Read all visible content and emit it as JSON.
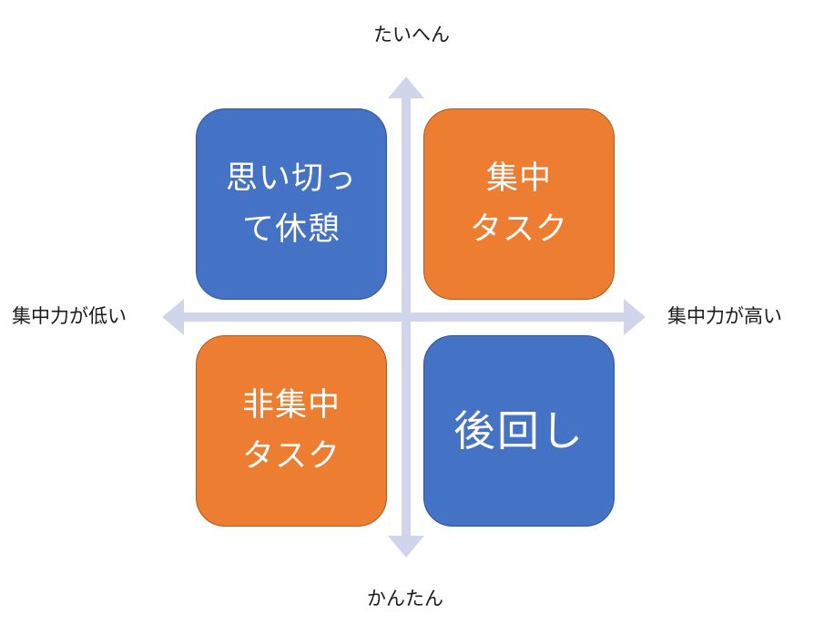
{
  "axes": {
    "top": "たいへん",
    "bottom": "かんたん",
    "left": "集中力が低い",
    "right": "集中力が高い",
    "arrow_color": "#d0d5eb"
  },
  "quadrants": {
    "top_left": {
      "lines": [
        "思い切っ",
        "て休憩"
      ],
      "color": "#4472c4"
    },
    "top_right": {
      "lines": [
        "集中",
        "タスク"
      ],
      "color": "#ed7d31"
    },
    "bottom_left": {
      "lines": [
        "非集中",
        "タスク"
      ],
      "color": "#ed7d31"
    },
    "bottom_right": {
      "lines": [
        "後回し"
      ],
      "color": "#4472c4"
    }
  }
}
